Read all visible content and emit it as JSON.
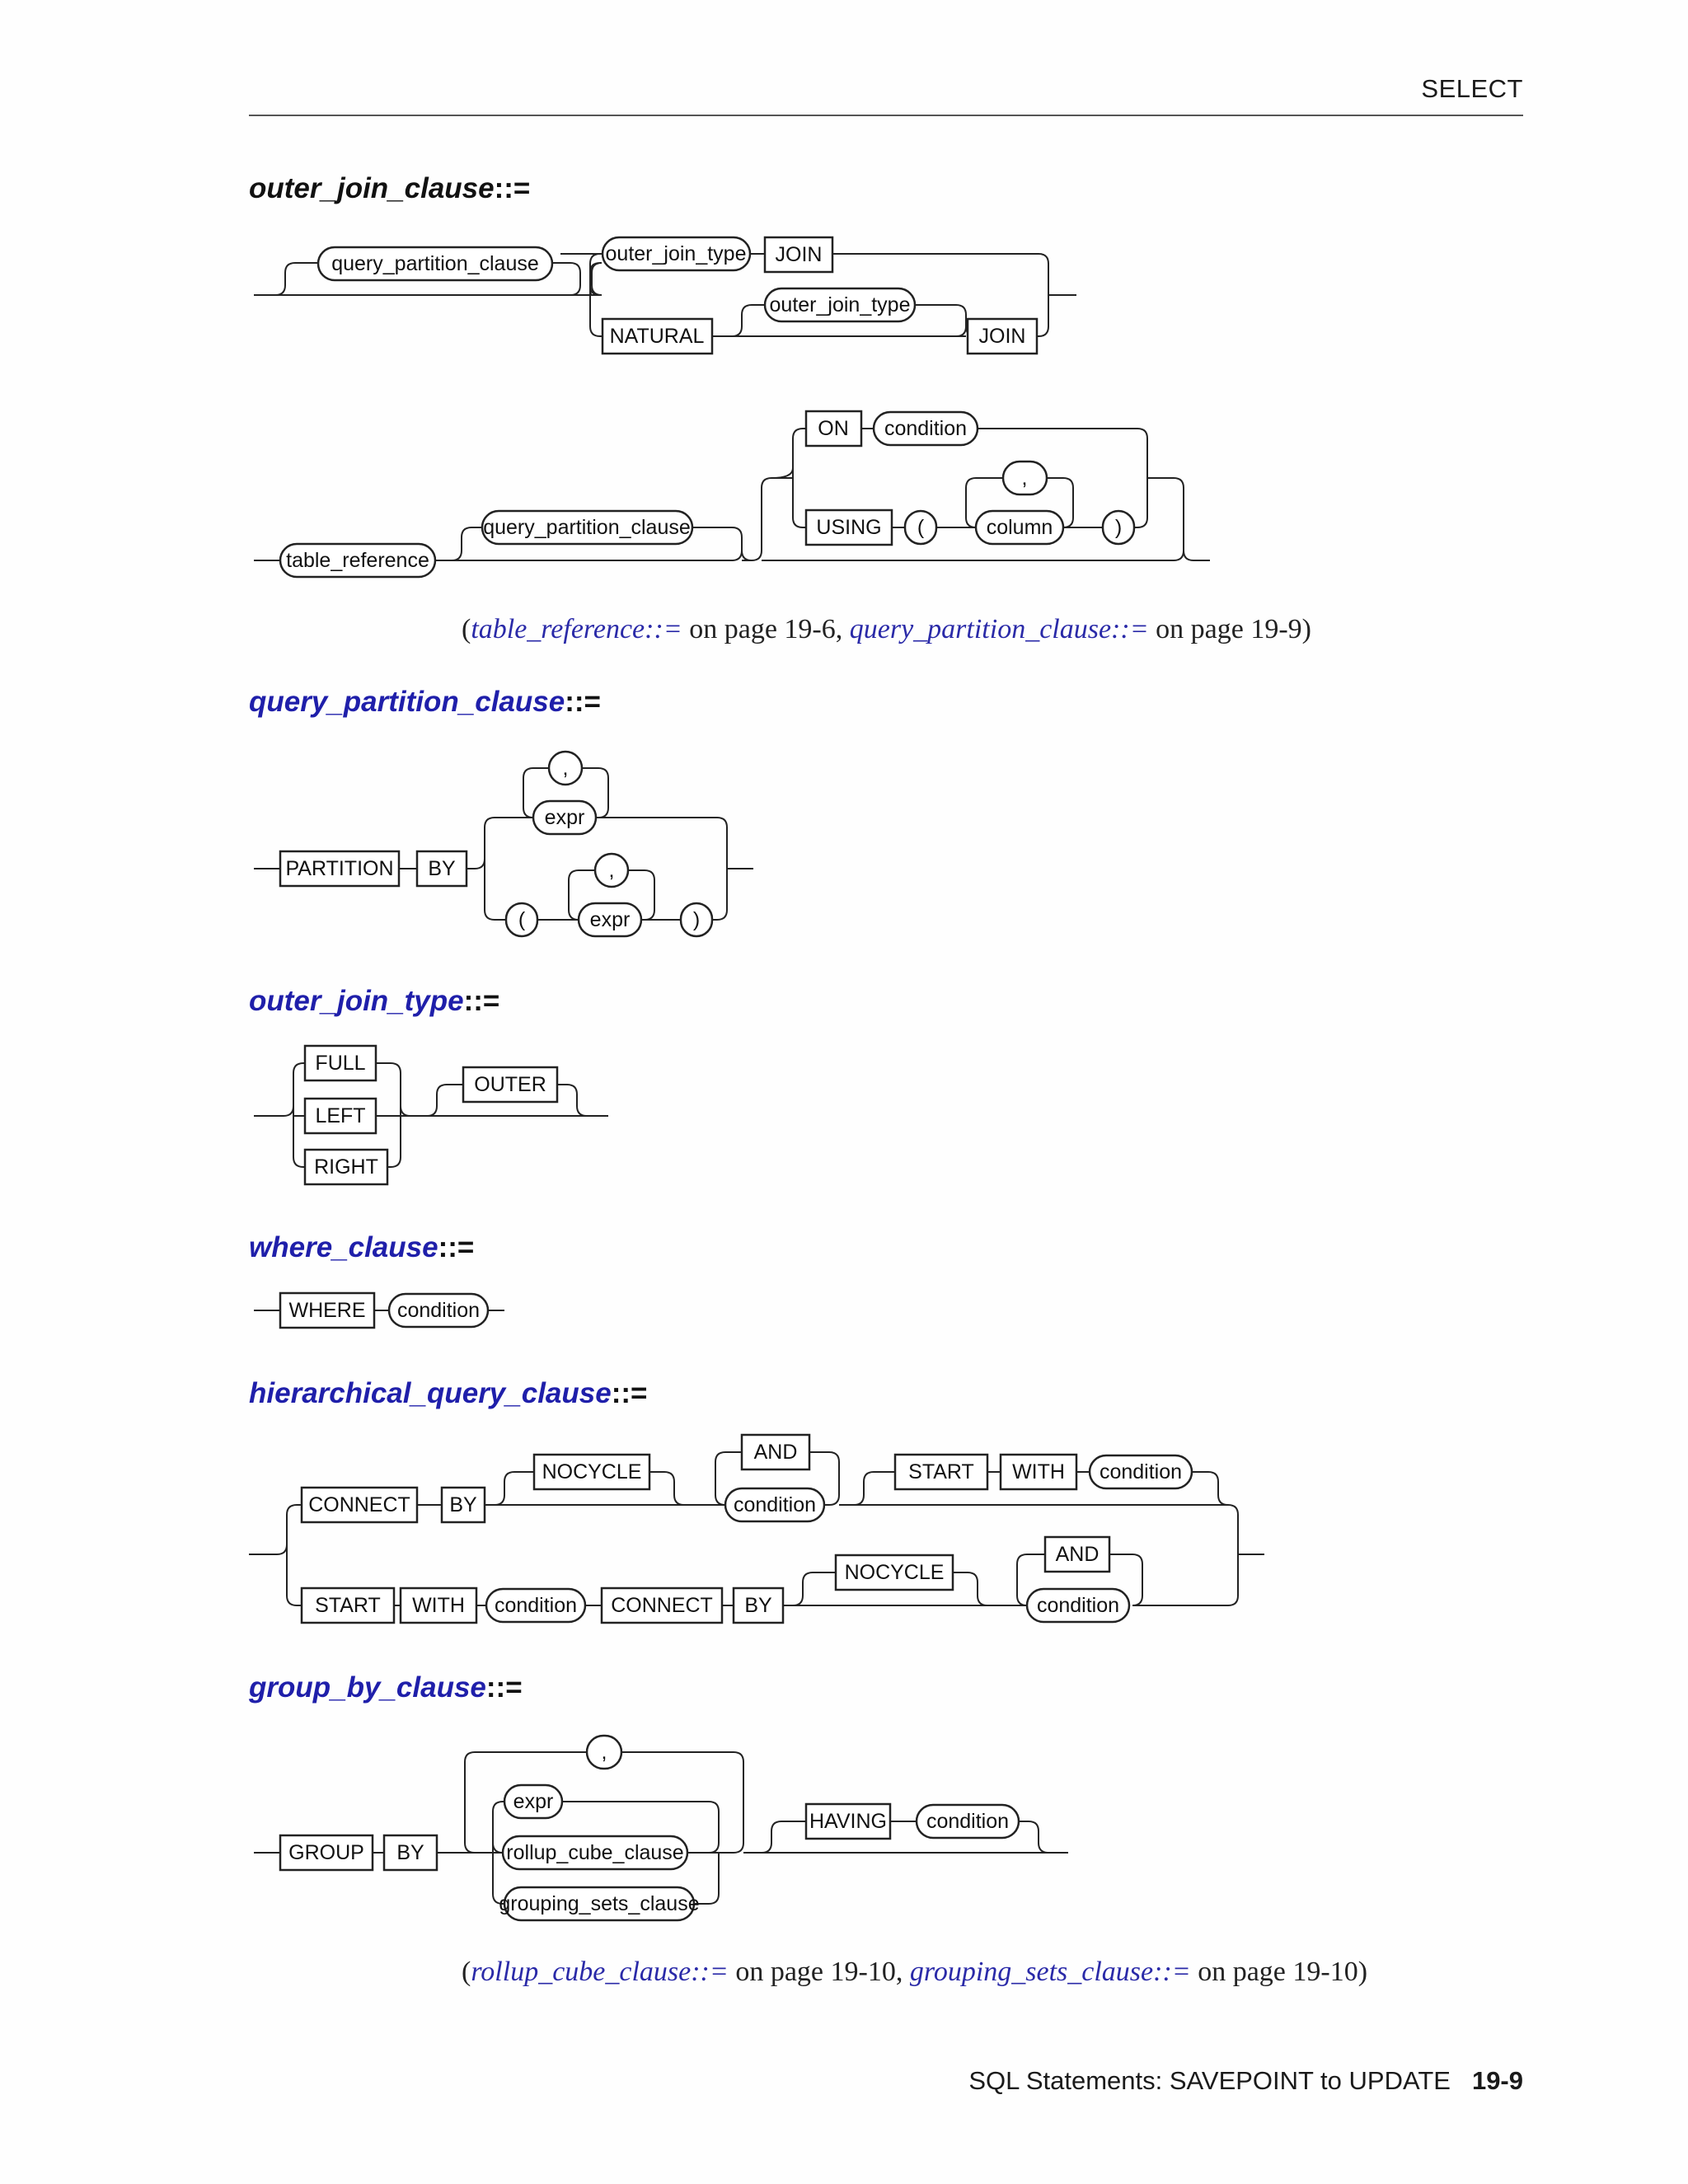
{
  "header": {
    "running_title": "SELECT"
  },
  "sections": [
    {
      "id": "outer_join_clause",
      "name": "outer_join_clause",
      "operator": "::=",
      "is_link": false,
      "nodes": [
        {
          "label": "query_partition_clause",
          "kind": "nonterminal"
        },
        {
          "label": "outer_join_type",
          "kind": "nonterminal"
        },
        {
          "label": "JOIN",
          "kind": "keyword"
        },
        {
          "label": "NATURAL",
          "kind": "keyword"
        },
        {
          "label": "outer_join_type",
          "kind": "nonterminal"
        },
        {
          "label": "JOIN",
          "kind": "keyword"
        },
        {
          "label": "ON",
          "kind": "keyword"
        },
        {
          "label": "condition",
          "kind": "nonterminal"
        },
        {
          "label": ",",
          "kind": "punct"
        },
        {
          "label": "USING",
          "kind": "keyword"
        },
        {
          "label": "(",
          "kind": "punct"
        },
        {
          "label": "column",
          "kind": "nonterminal"
        },
        {
          "label": ")",
          "kind": "punct"
        },
        {
          "label": "table_reference",
          "kind": "nonterminal"
        },
        {
          "label": "query_partition_clause",
          "kind": "nonterminal"
        }
      ],
      "xref": {
        "open": "(",
        "items": [
          {
            "link": "table_reference::=",
            "text": " on page 19-6"
          },
          {
            "link": "query_partition_clause::=",
            "text": " on page 19-9"
          }
        ],
        "sep": ", ",
        "close": ")"
      }
    },
    {
      "id": "query_partition_clause",
      "name": "query_partition_clause",
      "operator": "::=",
      "is_link": true,
      "nodes": [
        {
          "label": "PARTITION",
          "kind": "keyword"
        },
        {
          "label": "BY",
          "kind": "keyword"
        },
        {
          "label": ",",
          "kind": "punct"
        },
        {
          "label": "expr",
          "kind": "nonterminal"
        },
        {
          "label": "(",
          "kind": "punct"
        },
        {
          "label": ",",
          "kind": "punct"
        },
        {
          "label": "expr",
          "kind": "nonterminal"
        },
        {
          "label": ")",
          "kind": "punct"
        }
      ]
    },
    {
      "id": "outer_join_type",
      "name": "outer_join_type",
      "operator": "::=",
      "is_link": true,
      "nodes": [
        {
          "label": "FULL",
          "kind": "keyword"
        },
        {
          "label": "LEFT",
          "kind": "keyword"
        },
        {
          "label": "RIGHT",
          "kind": "keyword"
        },
        {
          "label": "OUTER",
          "kind": "keyword"
        }
      ]
    },
    {
      "id": "where_clause",
      "name": "where_clause",
      "operator": "::=",
      "is_link": true,
      "nodes": [
        {
          "label": "WHERE",
          "kind": "keyword"
        },
        {
          "label": "condition",
          "kind": "nonterminal"
        }
      ]
    },
    {
      "id": "hierarchical_query_clause",
      "name": "hierarchical_query_clause",
      "operator": "::=",
      "is_link": true,
      "nodes": [
        {
          "label": "CONNECT",
          "kind": "keyword"
        },
        {
          "label": "BY",
          "kind": "keyword"
        },
        {
          "label": "NOCYCLE",
          "kind": "keyword"
        },
        {
          "label": "AND",
          "kind": "keyword"
        },
        {
          "label": "condition",
          "kind": "nonterminal"
        },
        {
          "label": "START",
          "kind": "keyword"
        },
        {
          "label": "WITH",
          "kind": "keyword"
        },
        {
          "label": "condition",
          "kind": "nonterminal"
        },
        {
          "label": "START",
          "kind": "keyword"
        },
        {
          "label": "WITH",
          "kind": "keyword"
        },
        {
          "label": "condition",
          "kind": "nonterminal"
        },
        {
          "label": "CONNECT",
          "kind": "keyword"
        },
        {
          "label": "BY",
          "kind": "keyword"
        },
        {
          "label": "NOCYCLE",
          "kind": "keyword"
        },
        {
          "label": "AND",
          "kind": "keyword"
        },
        {
          "label": "condition",
          "kind": "nonterminal"
        }
      ]
    },
    {
      "id": "group_by_clause",
      "name": "group_by_clause",
      "operator": "::=",
      "is_link": true,
      "nodes": [
        {
          "label": "GROUP",
          "kind": "keyword"
        },
        {
          "label": "BY",
          "kind": "keyword"
        },
        {
          "label": ",",
          "kind": "punct"
        },
        {
          "label": "expr",
          "kind": "nonterminal"
        },
        {
          "label": "rollup_cube_clause",
          "kind": "nonterminal"
        },
        {
          "label": "grouping_sets_clause",
          "kind": "nonterminal"
        },
        {
          "label": "HAVING",
          "kind": "keyword"
        },
        {
          "label": "condition",
          "kind": "nonterminal"
        }
      ],
      "xref": {
        "open": "(",
        "items": [
          {
            "link": "rollup_cube_clause::=",
            "text": " on page 19-10"
          },
          {
            "link": "grouping_sets_clause::=",
            "text": " on page 19-10"
          }
        ],
        "sep": ", ",
        "close": ")"
      }
    }
  ],
  "footer": {
    "book_title": "SQL Statements: SAVEPOINT to UPDATE",
    "page_number": "19-9"
  }
}
